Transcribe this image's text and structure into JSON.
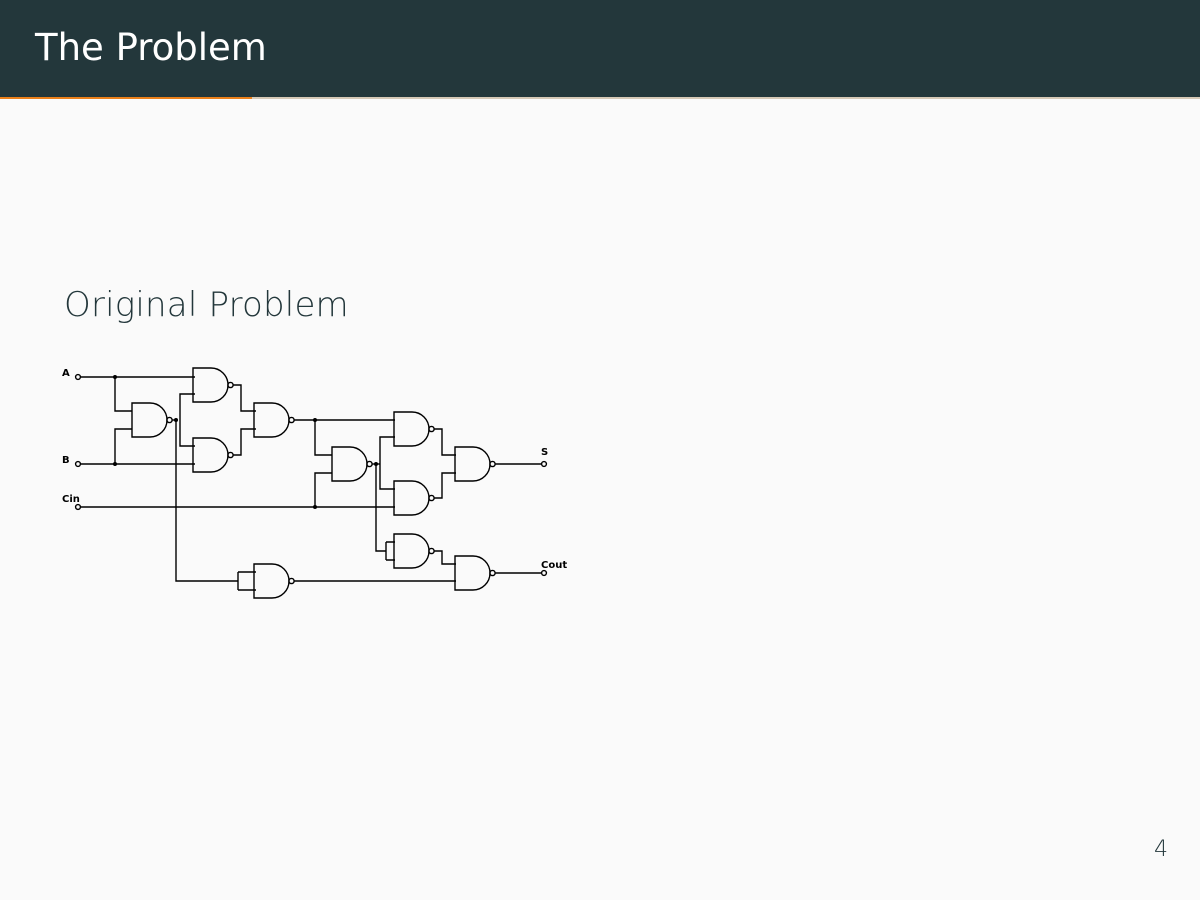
{
  "header": {
    "title": "The Problem"
  },
  "progress": {
    "fraction": 0.21,
    "fill_color": "#eb811b",
    "track_color": "#d6c9b6"
  },
  "content": {
    "section_title": "Original Problem"
  },
  "circuit": {
    "description_type": "full-adder built from NAND gates",
    "input_labels": [
      "A",
      "B",
      "Cin"
    ],
    "output_labels": [
      "S",
      "Cout"
    ]
  },
  "footer": {
    "page_number": "4"
  },
  "colors": {
    "header_bg": "#23373b",
    "background": "#fafafa",
    "title_text": "#ffffff",
    "body_text": "#23373b"
  }
}
